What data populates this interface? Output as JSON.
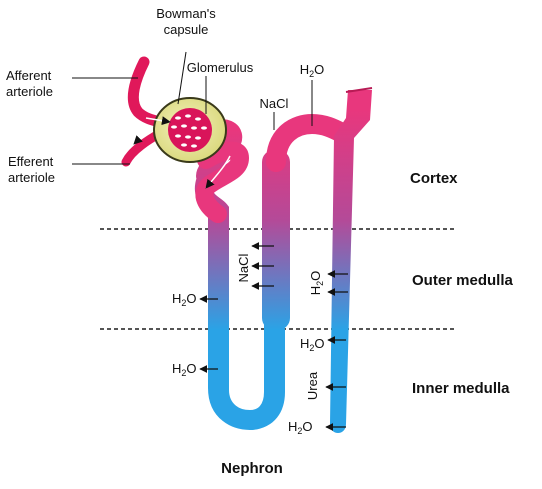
{
  "labels": {
    "bowmans_capsule_line1": "Bowman's",
    "bowmans_capsule_line2": "capsule",
    "glomerulus": "Glomerulus",
    "afferent_line1": "Afferent",
    "afferent_line2": "arteriole",
    "efferent_line1": "Efferent",
    "efferent_line2": "arteriole"
  },
  "zones": {
    "cortex": "Cortex",
    "outer_medulla": "Outer medulla",
    "inner_medulla": "Inner medulla"
  },
  "title": "Nephron",
  "transport": {
    "nacl": "NaCl",
    "h2o": "H",
    "h2o_sub": "2",
    "h2o_tail": "O",
    "urea": "Urea"
  },
  "colors": {
    "arteriole": "#e0185a",
    "tubule_top": "#e8377d",
    "tubule_bottom": "#2aa3e6",
    "capsule_fill": "#e9e79a",
    "capsule_stroke": "#3a3a1a",
    "glomerulus": "#d9145a",
    "divider": "#555555"
  }
}
